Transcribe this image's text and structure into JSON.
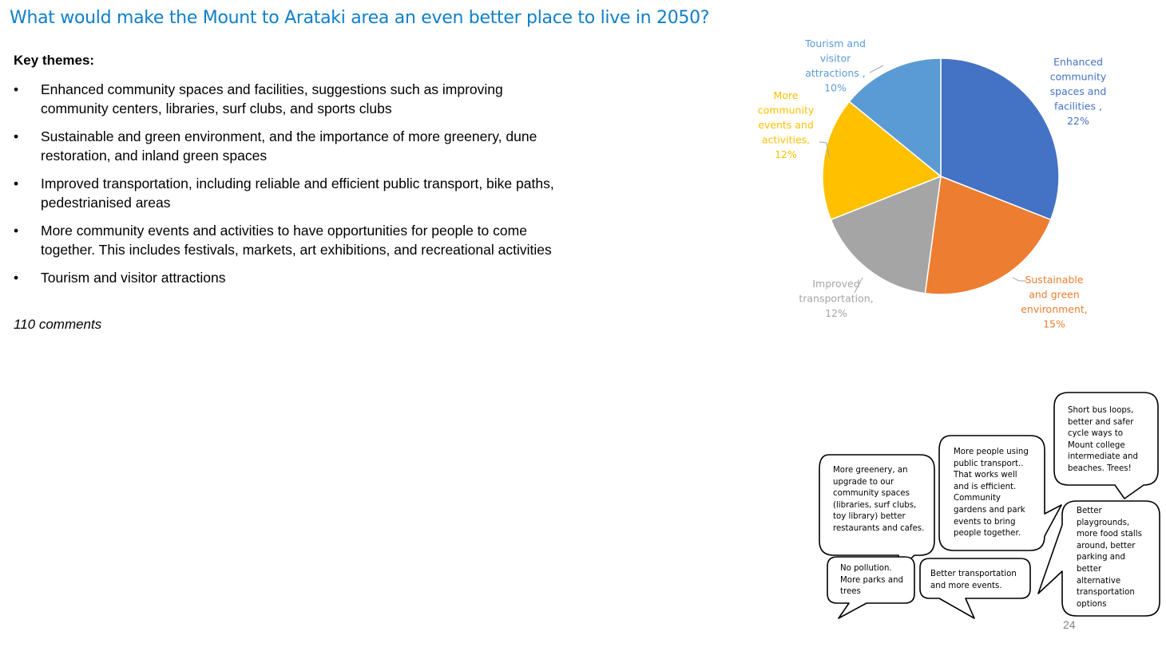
{
  "slide": {
    "title": "What would make the Mount to Arataki area an even better place to live in 2050?",
    "key_heading": "Key themes:",
    "bullet_glyph": "•",
    "bullets": [
      "Enhanced community spaces and facilities, suggestions such as improving community centers, libraries, surf clubs, and sports clubs",
      "Sustainable and green environment, and the importance of more greenery, dune restoration, and inland green spaces",
      "Improved transportation, including reliable and efficient public transport, bike paths, pedestrianised areas",
      "More community events and activities to have opportunities for people to come together. This includes festivals, markets, art exhibitions, and recreational activities",
      "Tourism and visitor attractions"
    ],
    "comments": "110 comments",
    "page_number": "24"
  },
  "colors": {
    "title": "#0f7fc8",
    "enhanced": "#4472c4",
    "sustainable": "#ed7d31",
    "transport": "#a5a5a5",
    "events": "#ffc000",
    "tourism": "#5b9bd5"
  },
  "chart_data": {
    "type": "pie",
    "start_angle_deg": 0,
    "direction": "clockwise",
    "slices": [
      {
        "name": "Enhanced community spaces and facilities",
        "value": 22,
        "color": "#4472c4",
        "label_lines": [
          "Enhanced",
          "community",
          "spaces and",
          "facilities ,",
          "22%"
        ]
      },
      {
        "name": "Sustainable and green environment",
        "value": 15,
        "color": "#ed7d31",
        "label_lines": [
          "Sustainable",
          "and green",
          "environment,",
          "15%"
        ]
      },
      {
        "name": "Improved transportation",
        "value": 12,
        "color": "#a5a5a5",
        "label_lines": [
          "Improved",
          "transportation,",
          "12%"
        ]
      },
      {
        "name": "More community events and activities",
        "value": 12,
        "color": "#ffc000",
        "label_lines": [
          "More",
          "community",
          "events and",
          "activities,",
          "12%"
        ]
      },
      {
        "name": "Tourism and visitor attractions",
        "value": 10,
        "color": "#5b9bd5",
        "label_lines": [
          "Tourism and",
          "visitor",
          "attractions ,",
          "10%"
        ]
      }
    ]
  },
  "quotes": [
    "More greenery, an\nupgrade to our\ncommunity spaces\n(libraries, surf clubs,\ntoy library) better\nrestaurants and cafes.",
    "More people using\npublic transport..\nThat works well\nand is efficient.\nCommunity\ngardens and park\nevents to bring\npeople together.",
    "Short bus loops,\nbetter and safer\ncycle ways to\nMount college\nintermediate and\nbeaches. Trees!",
    "No pollution.\nMore parks and\ntrees",
    "Better transportation\nand more events.",
    "Better\nplaygrounds,\nmore food stalls\naround, better\nparking and\nbetter\nalternative\ntransportation\noptions"
  ]
}
